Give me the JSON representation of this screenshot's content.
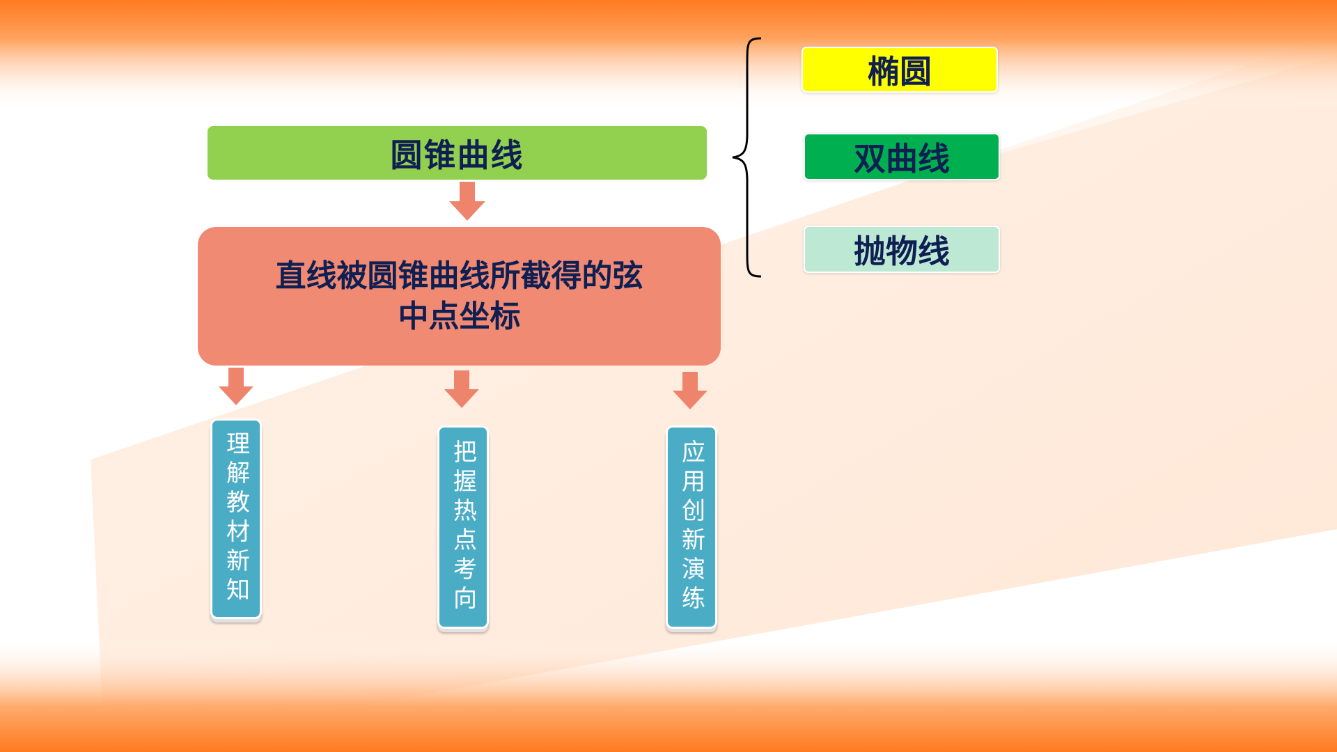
{
  "colors": {
    "band_orange": "#ff7a1f",
    "title_green": "#92d050",
    "main_salmon": "#f08a72",
    "arrow_salmon": "#ef846c",
    "ellipse_yellow": "#ffff00",
    "hyperbola_green": "#00b050",
    "parabola_mint": "#bde8d4",
    "vertical_blue": "#4bacc6",
    "text_navy": "#0f1f52"
  },
  "diagram": {
    "title": "圆锥曲线",
    "main_topic": {
      "line1": "直线被圆锥曲线所截得的弦",
      "line2": "中点坐标"
    },
    "curve_types": [
      {
        "label": "椭圆"
      },
      {
        "label": "双曲线"
      },
      {
        "label": "抛物线"
      }
    ],
    "sections": [
      {
        "label": "理解教材新知"
      },
      {
        "label": "把握热点考向"
      },
      {
        "label": "应用创新演练"
      }
    ]
  }
}
